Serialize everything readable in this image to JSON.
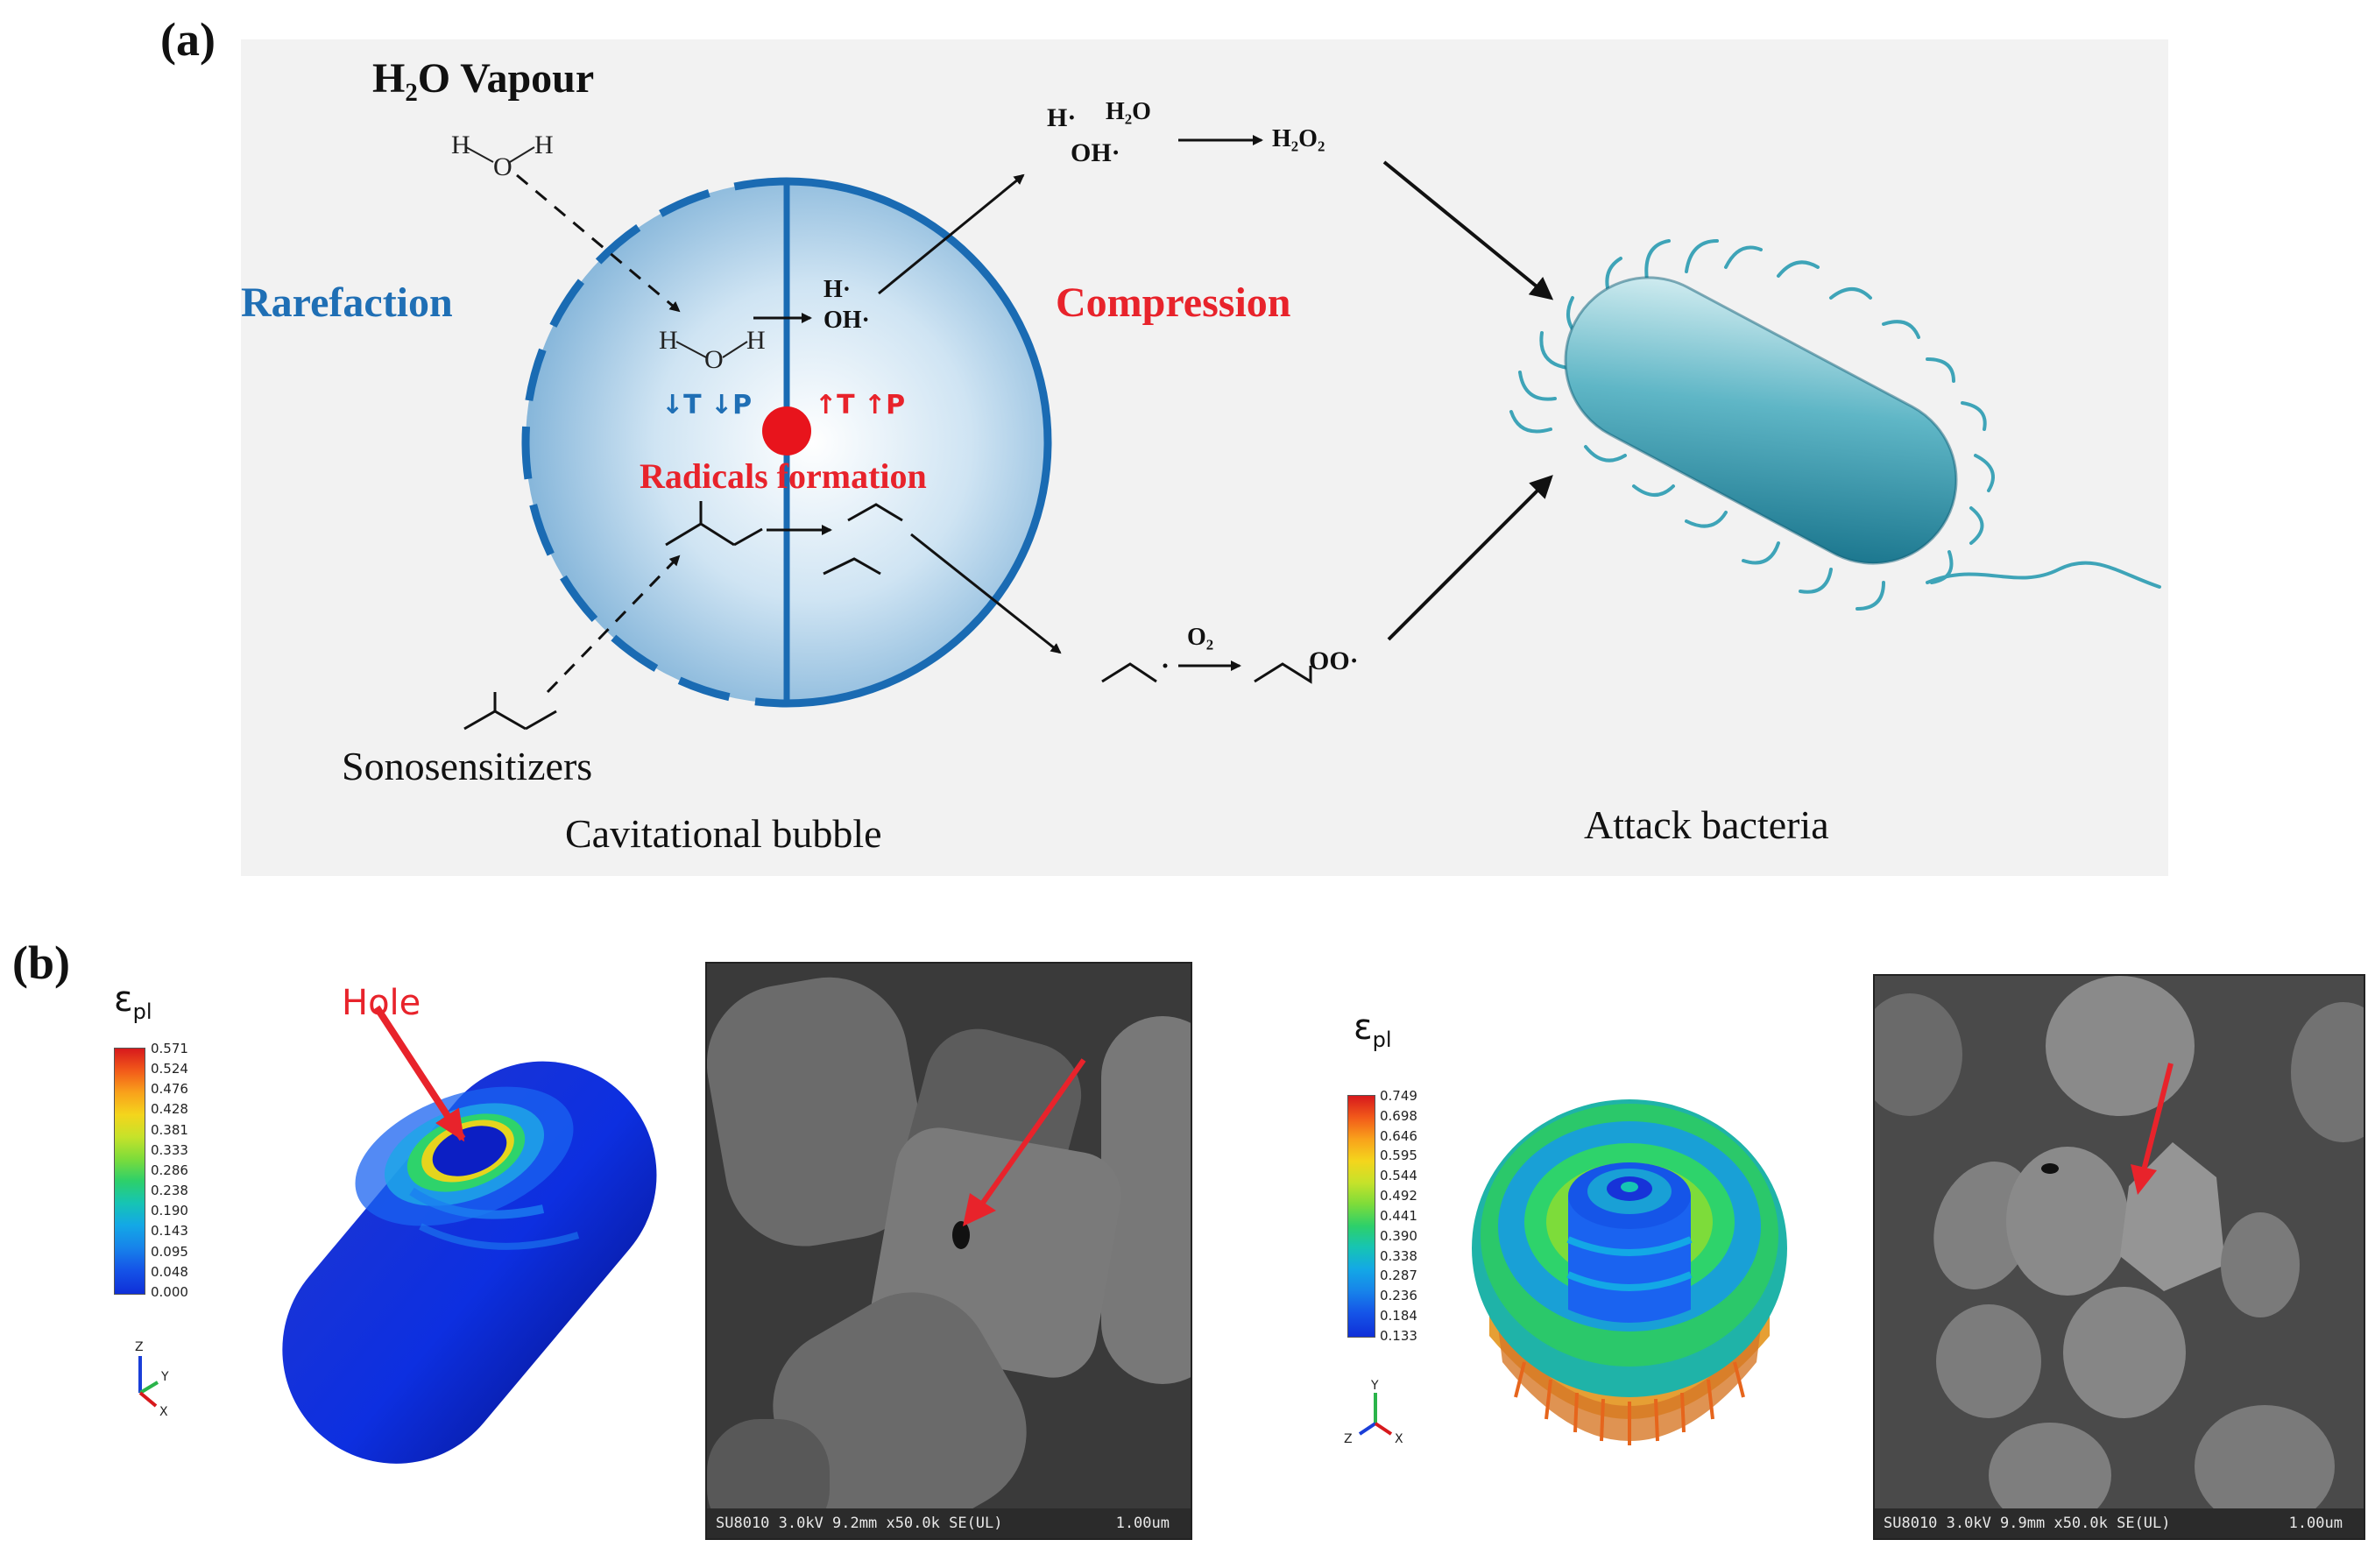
{
  "panel_a": {
    "label": "(a)",
    "h2o_vapour": "H₂O Vapour",
    "rarefaction": "Rarefaction",
    "compression": "Compression",
    "low_tp": "↓T ↓P",
    "high_tp": "↑T ↑P",
    "radicals_formation": "Radicals formation",
    "sonosensitizers": "Sonosensitizers",
    "cavitational_bubble": "Cavitational bubble",
    "attack_bacteria": "Attack bacteria",
    "h_radical": "H·",
    "oh_radical": "OH·",
    "h2o": "H₂O",
    "h2o2": "H₂O₂",
    "o2": "O₂",
    "oo_radical": "OO·",
    "atom_h": "H",
    "atom_o": "O",
    "colors": {
      "blue_text": "#1f6fb5",
      "red_text": "#e8232b",
      "bubble_edge": "#1a6bb3",
      "bubble_fill": "#a9cfe8"
    }
  },
  "panel_b": {
    "label": "(b)",
    "hole_label": "Hole",
    "epsilon_symbol": "ε",
    "epsilon_sub": "pl",
    "colorbar_left": [
      "0.571",
      "0.524",
      "0.476",
      "0.428",
      "0.381",
      "0.333",
      "0.286",
      "0.238",
      "0.190",
      "0.143",
      "0.095",
      "0.048",
      "0.000"
    ],
    "colorbar_right": [
      "0.749",
      "0.698",
      "0.646",
      "0.595",
      "0.544",
      "0.492",
      "0.441",
      "0.390",
      "0.338",
      "0.287",
      "0.236",
      "0.184",
      "0.133"
    ],
    "triad_left": {
      "z": "Z",
      "y": "Y",
      "x": "X"
    },
    "triad_right": {
      "y": "Y",
      "z": "Z",
      "x": "X"
    },
    "sem_left_info": "SU8010 3.0kV 9.2mm x50.0k SE(UL)",
    "sem_left_scale": "1.00um",
    "sem_right_info": "SU8010 3.0kV 9.9mm x50.0k SE(UL)",
    "sem_right_scale": "1.00um"
  }
}
